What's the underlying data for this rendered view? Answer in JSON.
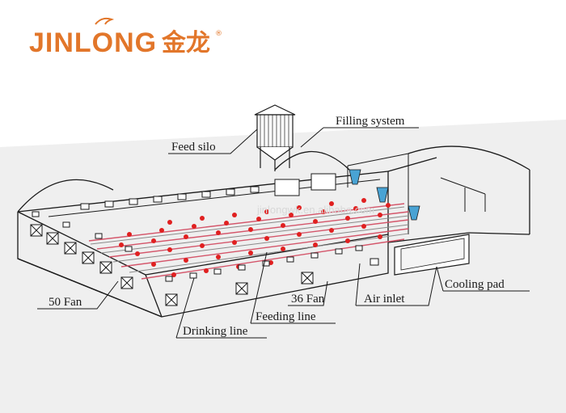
{
  "logo": {
    "brand_latin": "JINLONG",
    "brand_cn": "金龙",
    "registered": "®",
    "color": "#e2762a"
  },
  "watermark": "jinlongwk.en.alibaba.com",
  "labels": {
    "feed_silo": "Feed silo",
    "filling_system": "Filling system",
    "fan_50": "50 Fan",
    "fan_36": "36 Fan",
    "air_inlet": "Air inlet",
    "cooling_pad": "Cooling pad",
    "feeding_line": "Feeding line",
    "drinking_line": "Drinking line"
  },
  "colors": {
    "background": "#ffffff",
    "ground": "#efefef",
    "line": "#1a1a1a",
    "feeder_dot": "#e02020",
    "drinker_line": "#d4556a",
    "equipment": "#49a3d4"
  }
}
